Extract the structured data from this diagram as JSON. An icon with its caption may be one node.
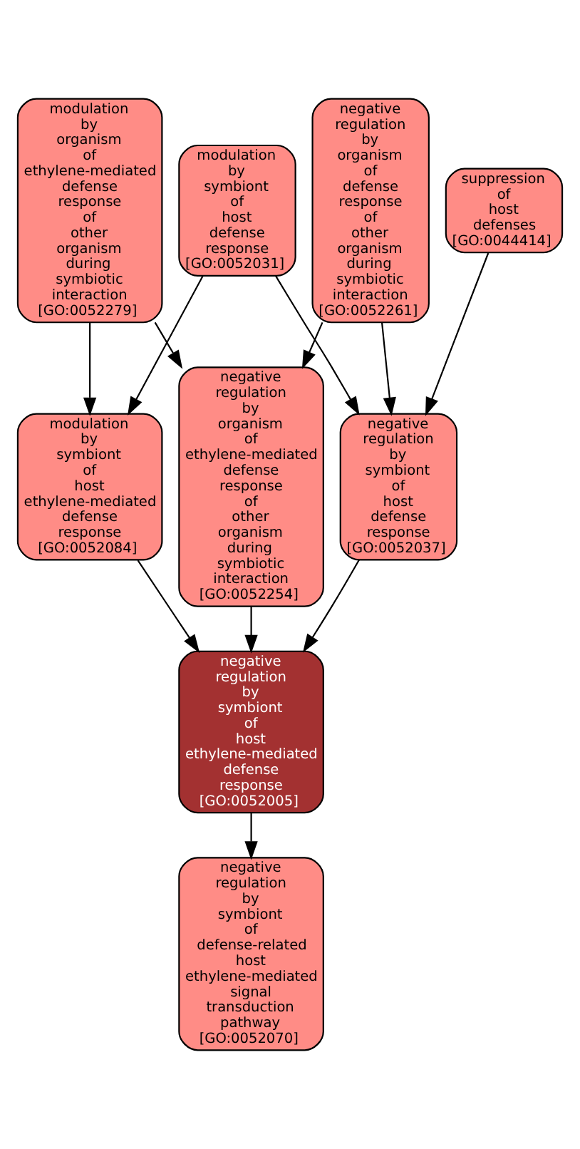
{
  "diagram": {
    "nodes": [
      {
        "text": [
          "modulation by organism of ethylene-mediated defense response of other organism during symbiotic interaction [GO:0052279]"
        ]
      },
      {
        "text": [
          "modulation by symbiont of host defense response [GO:0052031]"
        ]
      },
      {
        "text": [
          "negative regulation by organism of defense response of other organism during symbiotic interaction [GO:0052261]"
        ]
      },
      {
        "text": [
          "suppression of host defenses [GO:0044414]"
        ]
      },
      {
        "text": [
          "modulation by symbiont of host ethylene-mediated defense response [GO:0052084]"
        ]
      },
      {
        "text": [
          "negative regulation by organism of ethylene-mediated defense response of other organism during symbiotic interaction [GO:0052254]"
        ]
      },
      {
        "text": [
          "negative regulation by symbiont of host defense response [GO:0052037]"
        ]
      },
      {
        "text": [
          "negative regulation by symbiont of host ethylene-mediated defense response [GO:0052005]"
        ]
      },
      {
        "text": [
          "negative regulation by symbiont of defense-related host ethylene-mediated signal transduction pathway [GO:0052070]"
        ]
      }
    ],
    "edges": [
      {
        "from": 0,
        "to": 4,
        "arrow": "to"
      },
      {
        "from": 0,
        "to": 5,
        "arrow": "to"
      },
      {
        "from": 1,
        "to": 4,
        "arrow": "to"
      },
      {
        "from": 1,
        "to": 6,
        "arrow": "to"
      },
      {
        "from": 2,
        "to": 5,
        "arrow": "to"
      },
      {
        "from": 2,
        "to": 6,
        "arrow": "to"
      },
      {
        "from": 3,
        "to": 6,
        "arrow": "to"
      },
      {
        "from": 4,
        "to": 7,
        "arrow": "to"
      },
      {
        "from": 5,
        "to": 7,
        "arrow": "to"
      },
      {
        "from": 6,
        "to": 7,
        "arrow": "to"
      },
      {
        "from": 7,
        "to": 8,
        "arrow": "to"
      }
    ]
  }
}
